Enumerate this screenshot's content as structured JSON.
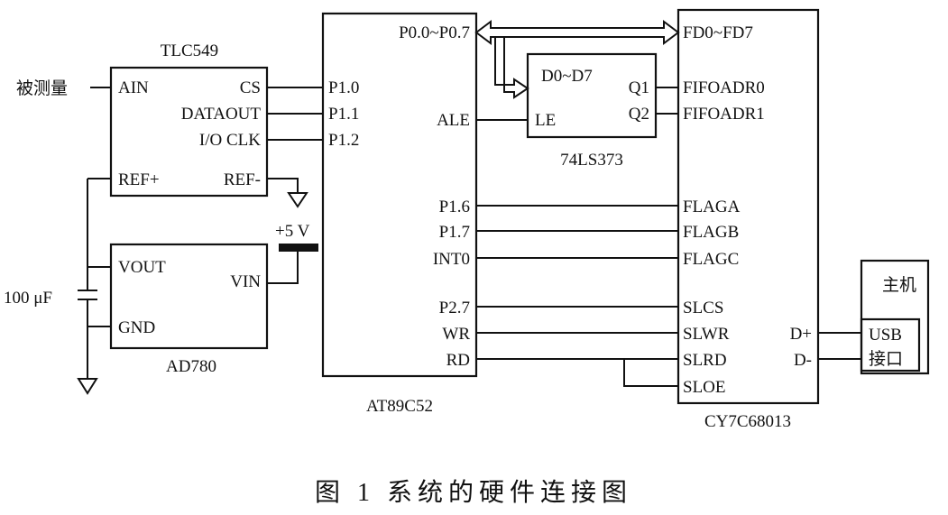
{
  "sensor_input_label": "被测量",
  "capacitor_label": "100 μF",
  "power_label": "+5 V",
  "tlc549": {
    "name": "TLC549",
    "pins": {
      "ain": "AIN",
      "cs": "CS",
      "dataout": "DATAOUT",
      "ioclk": "I/O CLK",
      "refp": "REF+",
      "refm": "REF-"
    }
  },
  "ad780": {
    "name": "AD780",
    "pins": {
      "vout": "VOUT",
      "gnd": "GND",
      "vin": "VIN"
    }
  },
  "at89c52": {
    "name": "AT89C52",
    "pins": {
      "p0": "P0.0~P0.7",
      "p10": "P1.0",
      "p11": "P1.1",
      "p12": "P1.2",
      "ale": "ALE",
      "p16": "P1.6",
      "p17": "P1.7",
      "int0": "INT0",
      "p27": "P2.7",
      "wr": "WR",
      "rd": "RD"
    }
  },
  "ls373": {
    "name": "74LS373",
    "pins": {
      "d": "D0~D7",
      "q1": "Q1",
      "q2": "Q2",
      "le": "LE"
    }
  },
  "cy7c68013": {
    "name": "CY7C68013",
    "pins": {
      "fd": "FD0~FD7",
      "fifoadr0": "FIFOADR0",
      "fifoadr1": "FIFOADR1",
      "flaga": "FLAGA",
      "flagb": "FLAGB",
      "flagc": "FLAGC",
      "slcs": "SLCS",
      "slwr": "SLWR",
      "slrd": "SLRD",
      "sloe": "SLOE",
      "dp": "D+",
      "dm": "D-"
    }
  },
  "host": {
    "name": "主机",
    "usb_line1": "USB",
    "usb_line2": "接口"
  },
  "caption": "图 1  系统的硬件连接图"
}
